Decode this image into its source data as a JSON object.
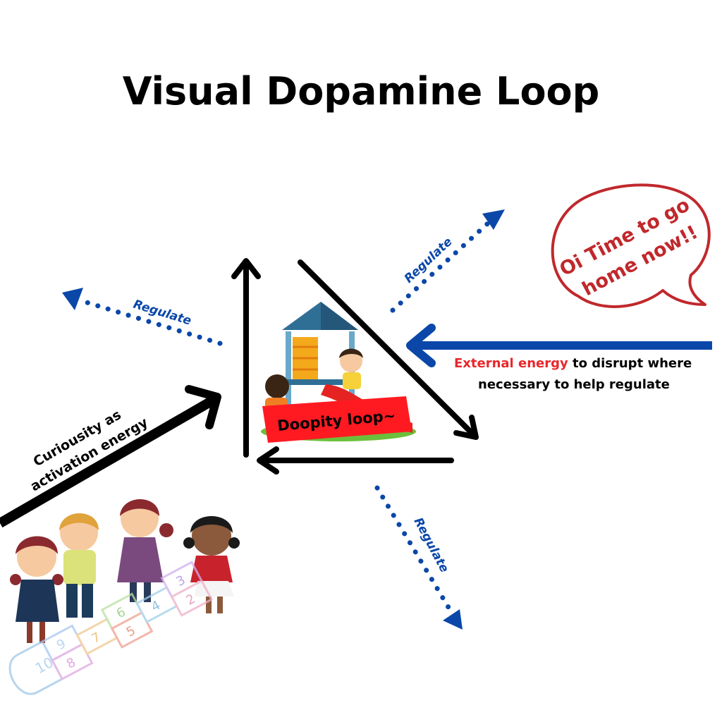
{
  "title": "Visual Dopamine Loop",
  "regulate_labels": [
    "Regulate",
    "Regulate",
    "Regulate"
  ],
  "curiosity": {
    "line1": "Curiousity as",
    "line2": "activation energy"
  },
  "loop_label": "Doopity loop~",
  "external": {
    "highlight": "External energy",
    "rest_line1": " to disrupt where",
    "line2": "necessary to help regulate"
  },
  "speech_bubble": {
    "line1": "Oi Time to go",
    "line2": "home now!!"
  },
  "hopscotch_numbers": [
    "10",
    "9",
    "8",
    "7",
    "6",
    "5",
    "4",
    "3",
    "2"
  ],
  "colors": {
    "blue": "#0a47a9",
    "red": "#e8272b",
    "bubble_red": "#c0282c",
    "black": "#000000",
    "banner": "#ff1a22"
  },
  "icons": [
    "playground-icon",
    "kids-group-icon",
    "hopscotch-icon",
    "speech-bubble-icon"
  ]
}
